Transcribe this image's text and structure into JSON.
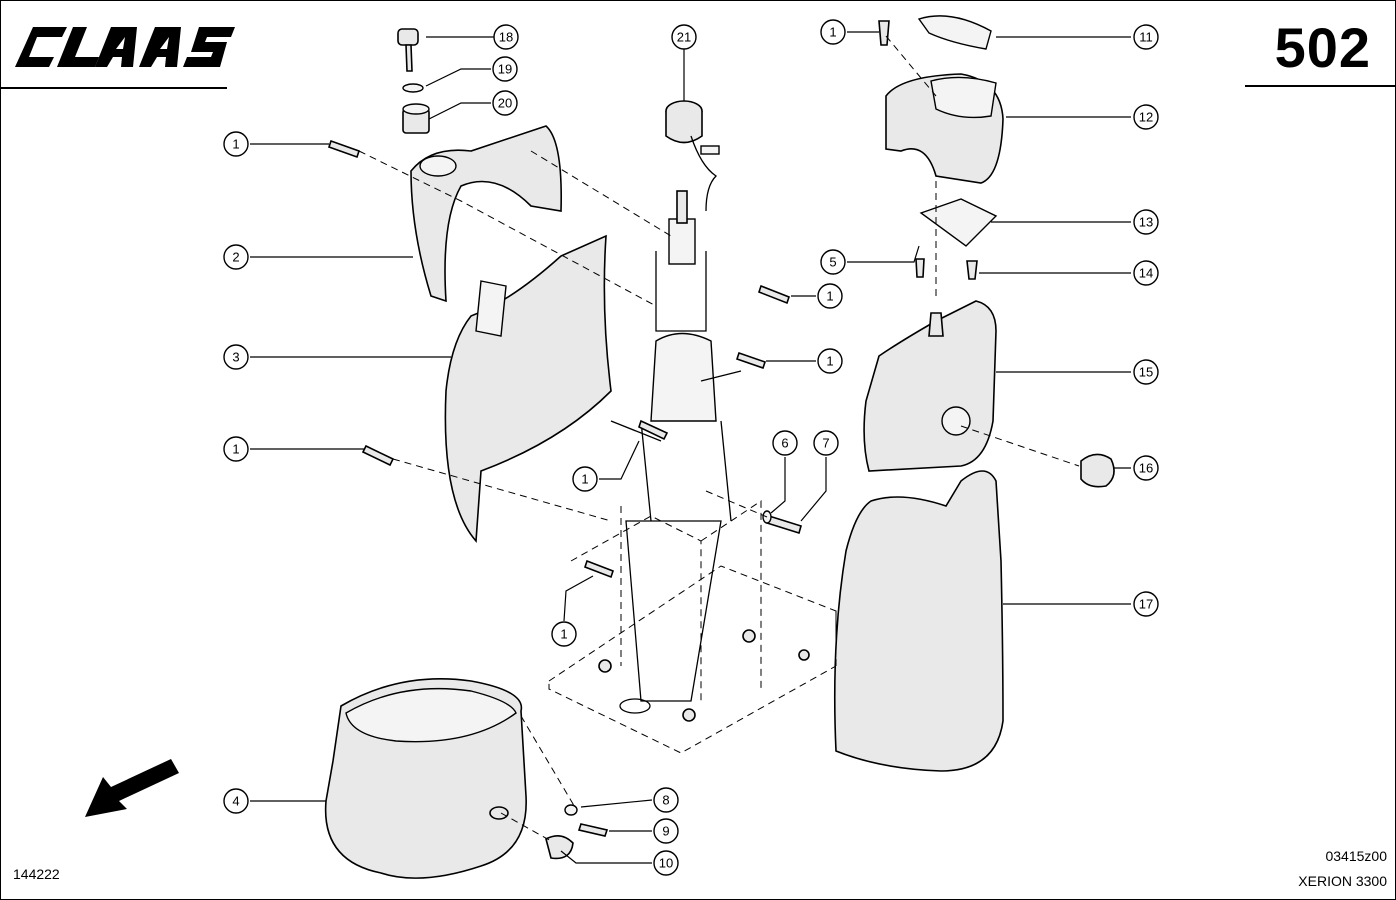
{
  "header": {
    "brand": "CLAAS",
    "page_number": "502"
  },
  "footer": {
    "drawing_id": "144222",
    "drawing_code": "03415z00",
    "model": "XERION 3300"
  },
  "callouts": {
    "c1a": "1",
    "c1b": "1",
    "c1c": "1",
    "c1d": "1",
    "c1e": "1",
    "c1f": "1",
    "c1g": "1",
    "c2": "2",
    "c3": "3",
    "c4": "4",
    "c5": "5",
    "c6": "6",
    "c7": "7",
    "c8": "8",
    "c9": "9",
    "c10": "10",
    "c11": "11",
    "c12": "12",
    "c13": "13",
    "c14": "14",
    "c15": "15",
    "c16": "16",
    "c17": "17",
    "c18": "18",
    "c19": "19",
    "c20": "20",
    "c21": "21"
  },
  "icons": {
    "brand": "claas-logo",
    "direction": "direction-arrow-icon"
  }
}
